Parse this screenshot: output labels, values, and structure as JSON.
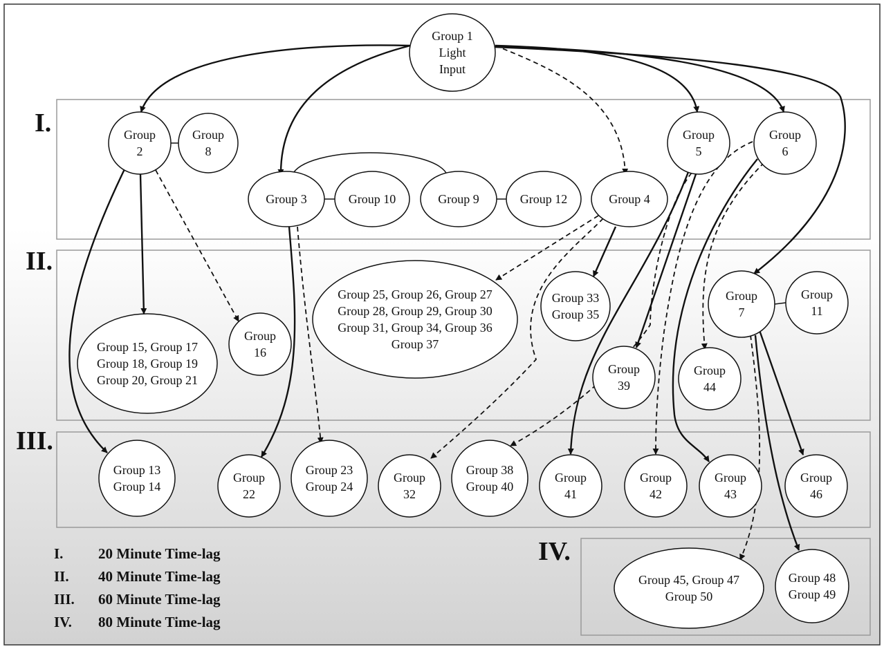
{
  "levels": [
    {
      "roman": "I.",
      "legend": "20 Minute Time-lag"
    },
    {
      "roman": "II.",
      "legend": "40 Minute Time-lag"
    },
    {
      "roman": "III.",
      "legend": "60 Minute Time-lag"
    },
    {
      "roman": "IV.",
      "legend": "80 Minute Time-lag"
    }
  ],
  "nodes": [
    {
      "id": "g1",
      "lines": [
        "Group 1",
        "Light",
        "Input"
      ]
    },
    {
      "id": "g2",
      "lines": [
        "Group",
        "2"
      ]
    },
    {
      "id": "g8",
      "lines": [
        "Group",
        "8"
      ]
    },
    {
      "id": "g3",
      "lines": [
        "Group 3"
      ]
    },
    {
      "id": "g10",
      "lines": [
        "Group 10"
      ]
    },
    {
      "id": "g9",
      "lines": [
        "Group 9"
      ]
    },
    {
      "id": "g12",
      "lines": [
        "Group 12"
      ]
    },
    {
      "id": "g4",
      "lines": [
        "Group 4"
      ]
    },
    {
      "id": "g5",
      "lines": [
        "Group",
        "5"
      ]
    },
    {
      "id": "g6",
      "lines": [
        "Group",
        "6"
      ]
    },
    {
      "id": "g25",
      "lines": [
        "Group 25, Group 26, Group 27",
        "Group 28, Group 29, Group 30",
        "Group 31, Group 34, Group 36",
        "Group 37"
      ]
    },
    {
      "id": "g33",
      "lines": [
        "Group 33",
        "Group 35"
      ]
    },
    {
      "id": "g7",
      "lines": [
        "Group",
        "7"
      ]
    },
    {
      "id": "g11",
      "lines": [
        "Group",
        "11"
      ]
    },
    {
      "id": "g15",
      "lines": [
        "Group 15, Group 17",
        "Group 18, Group 19",
        "Group 20, Group 21"
      ]
    },
    {
      "id": "g16",
      "lines": [
        "Group",
        "16"
      ]
    },
    {
      "id": "g39",
      "lines": [
        "Group",
        "39"
      ]
    },
    {
      "id": "g44",
      "lines": [
        "Group",
        "44"
      ]
    },
    {
      "id": "g13",
      "lines": [
        "Group 13",
        "Group 14"
      ]
    },
    {
      "id": "g22",
      "lines": [
        "Group",
        "22"
      ]
    },
    {
      "id": "g23",
      "lines": [
        "Group 23",
        "Group 24"
      ]
    },
    {
      "id": "g32",
      "lines": [
        "Group",
        "32"
      ]
    },
    {
      "id": "g38",
      "lines": [
        "Group 38",
        "Group 40"
      ]
    },
    {
      "id": "g41",
      "lines": [
        "Group",
        "41"
      ]
    },
    {
      "id": "g42",
      "lines": [
        "Group",
        "42"
      ]
    },
    {
      "id": "g43",
      "lines": [
        "Group",
        "43"
      ]
    },
    {
      "id": "g46",
      "lines": [
        "Group",
        "46"
      ]
    },
    {
      "id": "g45",
      "lines": [
        "Group 45, Group 47",
        "Group 50"
      ]
    },
    {
      "id": "g48",
      "lines": [
        "Group 48",
        "Group 49"
      ]
    }
  ],
  "links": [
    [
      "g2",
      "g8"
    ],
    [
      "g3",
      "g10"
    ],
    [
      "g9",
      "g12"
    ],
    [
      "g7",
      "g11"
    ]
  ],
  "edges": [
    {
      "from": "g1",
      "to": "g2",
      "style": "solid"
    },
    {
      "from": "g1",
      "to": "g3",
      "style": "solid"
    },
    {
      "from": "g1",
      "to": "g4",
      "style": "dashed"
    },
    {
      "from": "g1",
      "to": "g5",
      "style": "solid"
    },
    {
      "from": "g1",
      "to": "g6",
      "style": "solid"
    },
    {
      "from": "g1",
      "to": "g7",
      "style": "solid"
    },
    {
      "from": "g2",
      "to": "g15",
      "style": "solid"
    },
    {
      "from": "g2",
      "to": "g16",
      "style": "dashed"
    },
    {
      "from": "g2",
      "to": "g13",
      "style": "solid"
    },
    {
      "from": "g3",
      "to": "g22",
      "style": "solid"
    },
    {
      "from": "g3",
      "to": "g23",
      "style": "dashed"
    },
    {
      "from": "g4",
      "to": "g25",
      "style": "dashed"
    },
    {
      "from": "g4",
      "to": "g33",
      "style": "solid"
    },
    {
      "from": "g4",
      "to": "g32",
      "style": "dashed"
    },
    {
      "from": "g5",
      "to": "g39",
      "style": "solid"
    },
    {
      "from": "g5",
      "to": "g41",
      "style": "solid"
    },
    {
      "from": "g5",
      "to": "g38",
      "style": "dashed"
    },
    {
      "from": "g6",
      "to": "g44",
      "style": "dashed"
    },
    {
      "from": "g6",
      "to": "g42",
      "style": "dashed"
    },
    {
      "from": "g6",
      "to": "g43",
      "style": "solid"
    },
    {
      "from": "g7",
      "to": "g46",
      "style": "solid"
    },
    {
      "from": "g7",
      "to": "g48",
      "style": "solid"
    },
    {
      "from": "g7",
      "to": "g45",
      "style": "dashed"
    }
  ],
  "colors": {
    "line": "#111111",
    "panel_border": "#9a9a9a",
    "panel_fill_top": "#ffffff",
    "panel_fill_bottom": "#d6d6d6",
    "node_fill": "#ffffff"
  }
}
